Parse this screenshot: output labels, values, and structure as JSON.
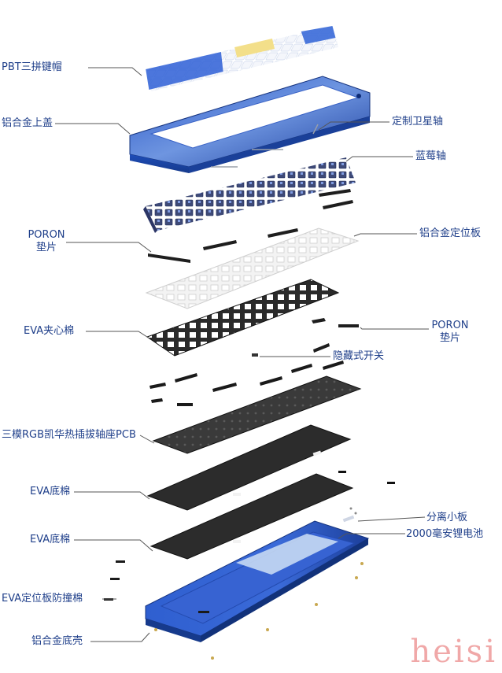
{
  "labels": {
    "keycaps": "PBT三拼键帽",
    "top_case": "铝合金上盖",
    "stabilizer": "定制卫星轴",
    "switches": "蓝莓轴",
    "poron_left_1": "PORON",
    "poron_left_2": "垫片",
    "plate": "铝合金定位板",
    "eva_sandwich": "EVA夹心棉",
    "poron_right_1": "PORON",
    "poron_right_2": "垫片",
    "hidden_switch": "隐藏式开关",
    "pcb": "三模RGB凯华热插拔轴座PCB",
    "eva_bottom_1": "EVA底棉",
    "daughter_board": "分离小板",
    "battery": "2000毫安锂电池",
    "eva_bottom_2": "EVA底棉",
    "eva_plate_foam": "EVA定位板防撞棉",
    "bottom_case": "铝合金底壳"
  },
  "watermark": "heisi",
  "colors": {
    "label_text": "#1f3f8a",
    "leader_line": "#555555",
    "blue_case": "#2a56c8",
    "blue_dark": "#183a8e",
    "blue_light": "#9bc0f0",
    "keycap_yellow": "#f3df8a",
    "keycap_white": "#f4f6fb",
    "dark_layer": "#2b2b2b",
    "plate_white": "#f0f0f0",
    "watermark": "#f0a8a8"
  }
}
